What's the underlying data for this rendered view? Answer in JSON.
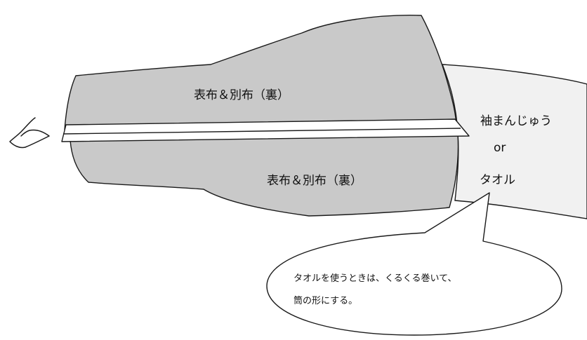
{
  "colors": {
    "fabric_gray": "#c9c9c9",
    "sleeve_roll": "#f1f1f1",
    "outline": "#1a1a1a",
    "text": "#111111"
  },
  "labels": {
    "fabric_top": "表布＆別布（裏）",
    "fabric_bottom": "表布＆別布（裏）",
    "sleeve_cushion": "袖まんじゅう",
    "or_word": "or",
    "towel": "タオル"
  },
  "callout": {
    "line1": "タオルを使うときは、くるくる巻いて、",
    "line2": "筒の形にする。"
  }
}
